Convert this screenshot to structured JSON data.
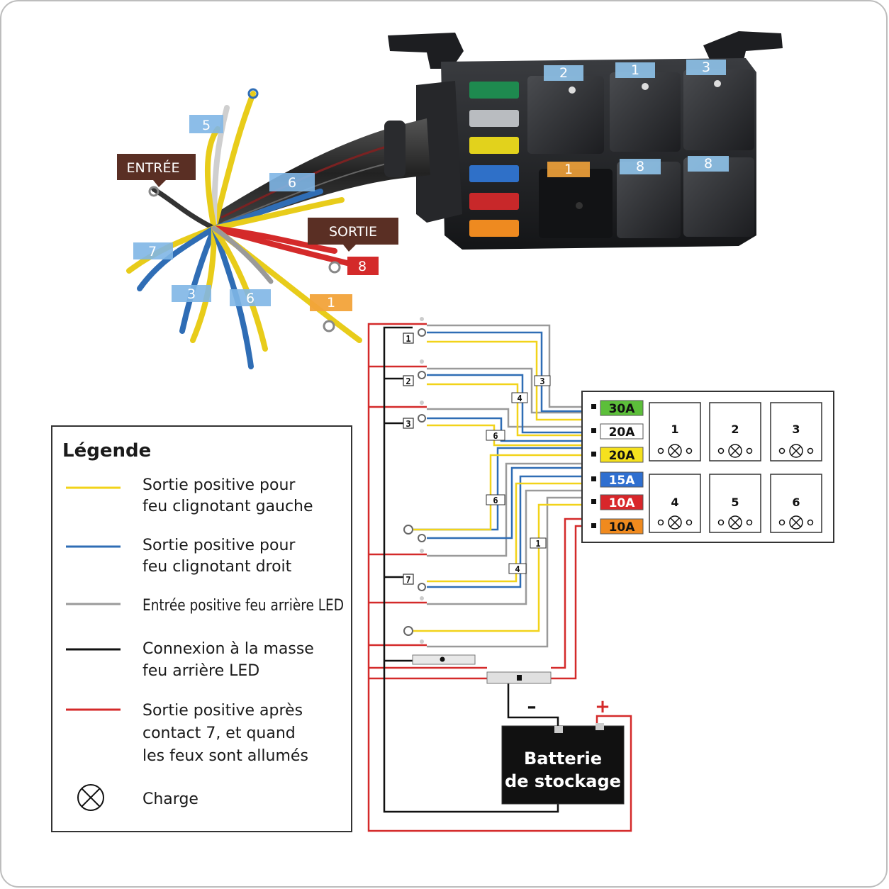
{
  "photo": {
    "tag_entree": "ENTRÉE",
    "tag_sortie": "SORTIE",
    "wire_tags": [
      "5",
      "6",
      "7",
      "3",
      "6",
      "8",
      "1"
    ],
    "relay_tags_top": [
      "2",
      "1",
      "3"
    ],
    "relay_tags_bottom": [
      "1",
      "8",
      "8"
    ]
  },
  "legend": {
    "title": "Légende",
    "items": [
      {
        "color": "#f2d31a",
        "line1": "Sortie positive pour",
        "line2": "feu clignotant gauche",
        "line3": ""
      },
      {
        "color": "#2f6db5",
        "line1": "Sortie positive pour",
        "line2": "feu clignotant droit",
        "line3": ""
      },
      {
        "color": "#9a9a9a",
        "line1": "Entrée positive feu arrière LED",
        "line2": "",
        "line3": ""
      },
      {
        "color": "#111111",
        "line1": "Connexion à la masse",
        "line2": "feu arrière LED",
        "line3": ""
      },
      {
        "color": "#d42a2a",
        "line1": "Sortie positive après",
        "line2": "contact 7, et quand",
        "line3": "les feux sont allumés"
      }
    ],
    "charge_label": "Charge"
  },
  "fusebox": {
    "fuses": [
      {
        "label": "30A",
        "color": "#5cbf3a"
      },
      {
        "label": "20A",
        "color": "#ffffff"
      },
      {
        "label": "20A",
        "color": "#f5e11e"
      },
      {
        "label": "15A",
        "color": "#2f6fd0"
      },
      {
        "label": "10A",
        "color": "#d8262a"
      },
      {
        "label": "10A",
        "color": "#f08a1e"
      }
    ],
    "relays": [
      "1",
      "2",
      "3",
      "4",
      "5",
      "6"
    ]
  },
  "terminals": [
    "1",
    "2",
    "3",
    "7"
  ],
  "connector_labels": [
    "3",
    "4",
    "6",
    "6",
    "1",
    "4"
  ],
  "battery": {
    "label_line1": "Batterie",
    "label_line2": "de stockage",
    "minus": "–",
    "plus": "+"
  }
}
